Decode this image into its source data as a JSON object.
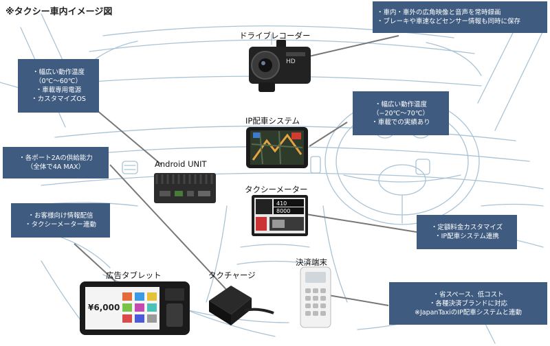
{
  "title": "※タクシー車内イメージ図",
  "devices": {
    "drive_recorder": {
      "label": "ドライブレコーダー",
      "badge": "HD"
    },
    "ip_dispatch": {
      "label": "IP配車システム"
    },
    "android_unit": {
      "label": "Android UNIT"
    },
    "taxi_meter": {
      "label": "タクシーメーター",
      "readout_a": "410",
      "readout_b": "8000"
    },
    "payment_terminal": {
      "label": "決済端末"
    },
    "tacharge": {
      "label": "タクチャージ"
    },
    "ad_tablet": {
      "label": "広告タブレット",
      "amount": "¥6,000"
    }
  },
  "notes": {
    "drive_recorder": [
      "・車内・車外の広角映像と音声を常時録画",
      "・ブレーキや車速などセンサー情報も同時に保存"
    ],
    "android_unit": [
      "・幅広い動作温度",
      "（0℃～60℃）",
      "・車載専用電源",
      "・カスタマイズOS"
    ],
    "ip_dispatch": [
      "・幅広い動作温度",
      "（−20℃～70℃）",
      "・車載での実績あり"
    ],
    "tacharge": [
      "・各ポート2Aの供給能力",
      "（全体で4A MAX）"
    ],
    "ad_tablet": [
      "・お客様向け情報配信",
      "・タクシーメーター連動"
    ],
    "taxi_meter": [
      "・定額料金カスタマイズ",
      "・IP配車システム連携"
    ],
    "payment_terminal": [
      "・省スペース、低コスト",
      "・各種決済ブランドに対応",
      "※JapanTaxiのIP配車システムと連動"
    ]
  },
  "colors": {
    "note_bg": "#3f5c80",
    "line": "#a9c3d6",
    "leader": "#777777"
  }
}
